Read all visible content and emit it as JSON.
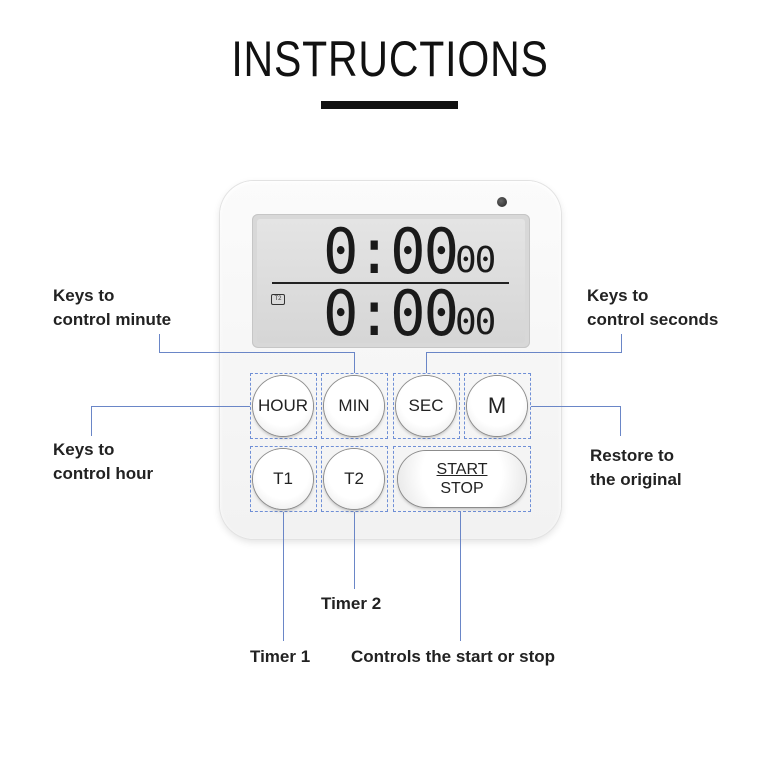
{
  "title": "INSTRUCTIONS",
  "display": {
    "row1_main": "0:00",
    "row1_sec": "00",
    "row2_main": "0:00",
    "row2_sec": "00",
    "indicator": "T2"
  },
  "buttons": {
    "hour": "HOUR",
    "min": "MIN",
    "sec": "SEC",
    "memory": "M",
    "t1": "T1",
    "t2": "T2",
    "start": "START",
    "stop": "STOP"
  },
  "callouts": {
    "minute_line1": "Keys to",
    "minute_line2": "control minute",
    "seconds_line1": "Keys to",
    "seconds_line2": "control seconds",
    "hour_line1": "Keys to",
    "hour_line2": "control hour",
    "restore_line1": "Restore to",
    "restore_line2": "the original",
    "timer2": "Timer 2",
    "timer1": "Timer 1",
    "start_stop": "Controls the start or stop"
  },
  "colors": {
    "callout_line": "#6a86c7",
    "dashed_box": "#6f8fd6"
  }
}
